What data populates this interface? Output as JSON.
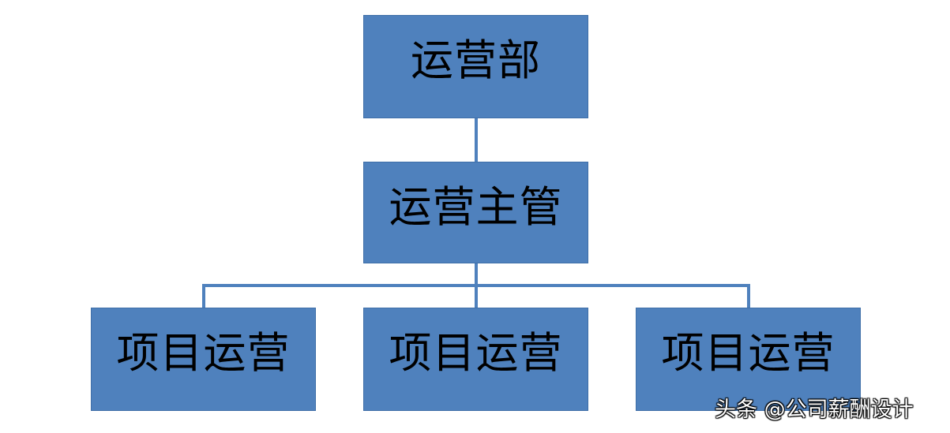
{
  "diagram": {
    "root": {
      "label": "运营部"
    },
    "manager": {
      "label": "运营主管"
    },
    "staff": [
      {
        "label": "项目运营"
      },
      {
        "label": "项目运营"
      },
      {
        "label": "项目运营"
      }
    ]
  },
  "colors": {
    "box_fill": "#4f81bd",
    "connector": "#4f81bd",
    "text": "#000000"
  },
  "watermark": {
    "text": "头条 @公司薪酬设计"
  }
}
